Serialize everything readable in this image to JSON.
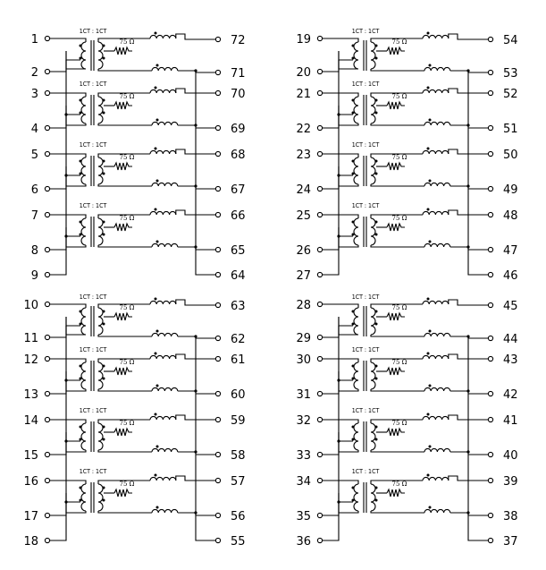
{
  "ratio_label": "1CT : 1CT",
  "resistor_label": "75 Ω",
  "quadrants": [
    {
      "left_pins": [
        "1",
        "2",
        "3",
        "4",
        "5",
        "6",
        "7",
        "8",
        "9"
      ],
      "right_pins": [
        "72",
        "71",
        "70",
        "69",
        "68",
        "67",
        "66",
        "65",
        "64"
      ]
    },
    {
      "left_pins": [
        "19",
        "20",
        "21",
        "22",
        "23",
        "24",
        "25",
        "26",
        "27"
      ],
      "right_pins": [
        "54",
        "53",
        "52",
        "51",
        "50",
        "49",
        "48",
        "47",
        "46"
      ]
    },
    {
      "left_pins": [
        "10",
        "11",
        "12",
        "13",
        "14",
        "15",
        "16",
        "17",
        "18"
      ],
      "right_pins": [
        "63",
        "62",
        "61",
        "60",
        "59",
        "58",
        "57",
        "56",
        "55"
      ]
    },
    {
      "left_pins": [
        "28",
        "29",
        "30",
        "31",
        "32",
        "33",
        "34",
        "35",
        "36"
      ],
      "right_pins": [
        "45",
        "44",
        "43",
        "42",
        "41",
        "40",
        "39",
        "38",
        "37"
      ]
    }
  ]
}
